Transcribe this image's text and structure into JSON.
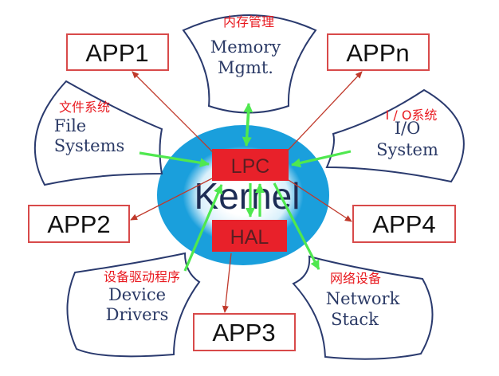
{
  "colors": {
    "kernel_fill": "#1a9fdc",
    "kernel_core": "#ffffff",
    "core_box": "#e8212a",
    "app_border": "#d84a4a",
    "module_outline": "#2a3a6e",
    "arrow_red": "#c0392b",
    "arrow_green": "#4fe84f",
    "annotation": "#e8191f"
  },
  "kernel": {
    "label": "Kernel"
  },
  "core": {
    "lpc": "LPC",
    "hal": "HAL"
  },
  "apps": {
    "app1": "APP1",
    "appn": "APPn",
    "app2": "APP2",
    "app4": "APP4",
    "app3": "APP3"
  },
  "modules": {
    "memory": {
      "line1": "Memory",
      "line2": "Mgmt.",
      "cn": "内存管理"
    },
    "files": {
      "line1": "File",
      "line2": "Systems",
      "cn": "文件系统"
    },
    "io": {
      "line1": "I/O",
      "line2": "System",
      "cn": "I / O系统"
    },
    "drivers": {
      "line1": "Device",
      "line2": "Drivers",
      "cn": "设备驱动程序"
    },
    "network": {
      "line1": "Network",
      "line2": "Stack",
      "cn": "网络设备"
    }
  },
  "icons": {
    "red_arrow": "arrowhead-red-icon",
    "green_arrow": "arrowhead-green-icon"
  }
}
